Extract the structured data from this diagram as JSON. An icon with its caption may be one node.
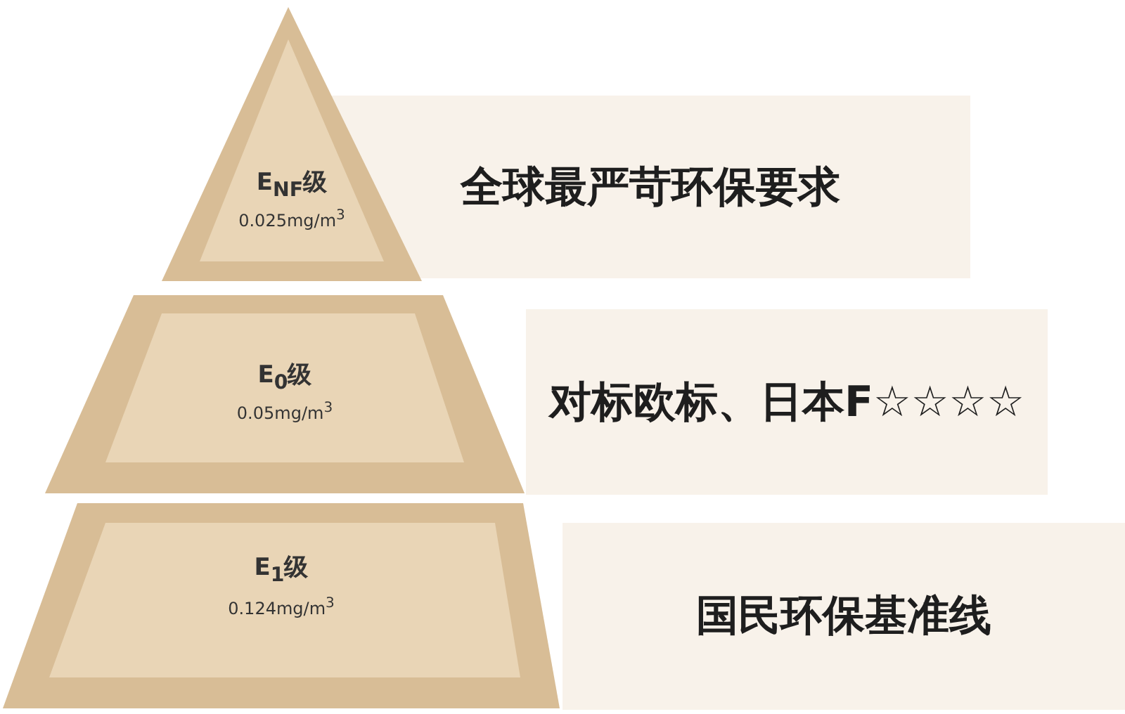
{
  "diagram": {
    "nodes": [
      {
        "text": [
          "E$_{NF}$级",
          "0.025mg/m$^{3}$"
        ]
      },
      {
        "text": [
          "全球最严苛环保要求"
        ]
      },
      {
        "text": [
          "E$_{0}$级",
          "0.05mg/m$^{3}$"
        ]
      },
      {
        "text": [
          "对标欧标、日本F☆☆☆☆"
        ]
      },
      {
        "text": [
          "E$_{1}$级",
          "0.124mg/m$^{3}$"
        ]
      },
      {
        "text": [
          "国民环保基准线"
        ]
      }
    ]
  }
}
